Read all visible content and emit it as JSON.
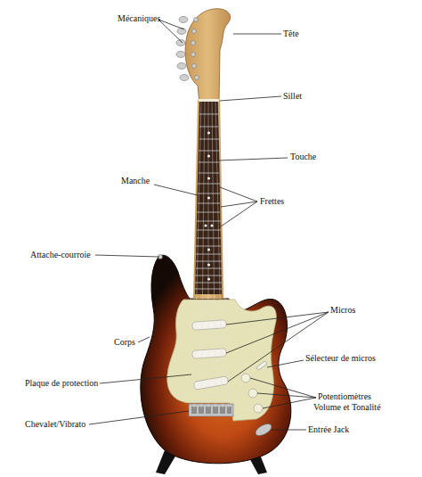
{
  "diagram": {
    "labels": [
      "Mécaniques",
      "Tête",
      "Sillet",
      "Touche",
      "Manche",
      "Frettes",
      "Attache-courroie",
      "Micros",
      "Corps",
      "Sélecteur de micros",
      "Plaque de protection",
      "Potentiomètres",
      "Volume et Tonalité",
      "Chevalet/Vibrato",
      "Entrée Jack"
    ]
  }
}
